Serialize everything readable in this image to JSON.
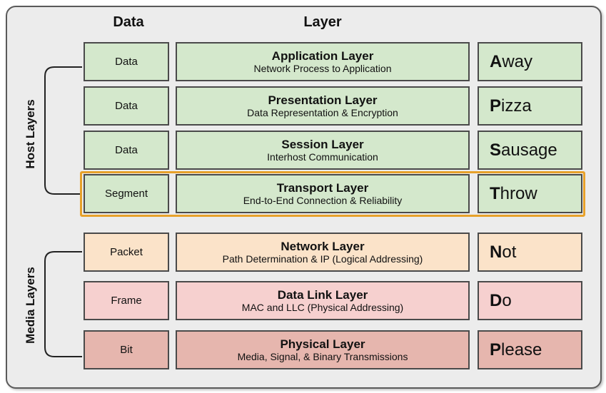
{
  "headers": {
    "data": "Data",
    "layer": "Layer"
  },
  "groups": {
    "host": "Host Layers",
    "media": "Media Layers"
  },
  "colors": {
    "host": "#d4e8cc",
    "network": "#fbe3c9",
    "datalink": "#f6d0cf",
    "physical": "#e6b6ae",
    "highlight": "#e7a12a"
  },
  "layers": [
    {
      "pdu": "Data",
      "name": "Application Layer",
      "desc": "Network Process to Application",
      "mnemonic_first": "A",
      "mnemonic_rest": "way",
      "group": "host"
    },
    {
      "pdu": "Data",
      "name": "Presentation Layer",
      "desc": "Data Representation & Encryption",
      "mnemonic_first": "P",
      "mnemonic_rest": "izza",
      "group": "host"
    },
    {
      "pdu": "Data",
      "name": "Session Layer",
      "desc": "Interhost Communication",
      "mnemonic_first": "S",
      "mnemonic_rest": "ausage",
      "group": "host"
    },
    {
      "pdu": "Segment",
      "name": "Transport Layer",
      "desc": "End-to-End Connection & Reliability",
      "mnemonic_first": "T",
      "mnemonic_rest": "hrow",
      "group": "host",
      "highlighted": true
    },
    {
      "pdu": "Packet",
      "name": "Network Layer",
      "desc": "Path Determination & IP (Logical Addressing)",
      "mnemonic_first": "N",
      "mnemonic_rest": "ot",
      "group": "media"
    },
    {
      "pdu": "Frame",
      "name": "Data Link Layer",
      "desc": "MAC and LLC (Physical Addressing)",
      "mnemonic_first": "D",
      "mnemonic_rest": "o",
      "group": "media"
    },
    {
      "pdu": "Bit",
      "name": "Physical Layer",
      "desc": "Media, Signal, & Binary Transmissions",
      "mnemonic_first": "P",
      "mnemonic_rest": "lease",
      "group": "media"
    }
  ]
}
